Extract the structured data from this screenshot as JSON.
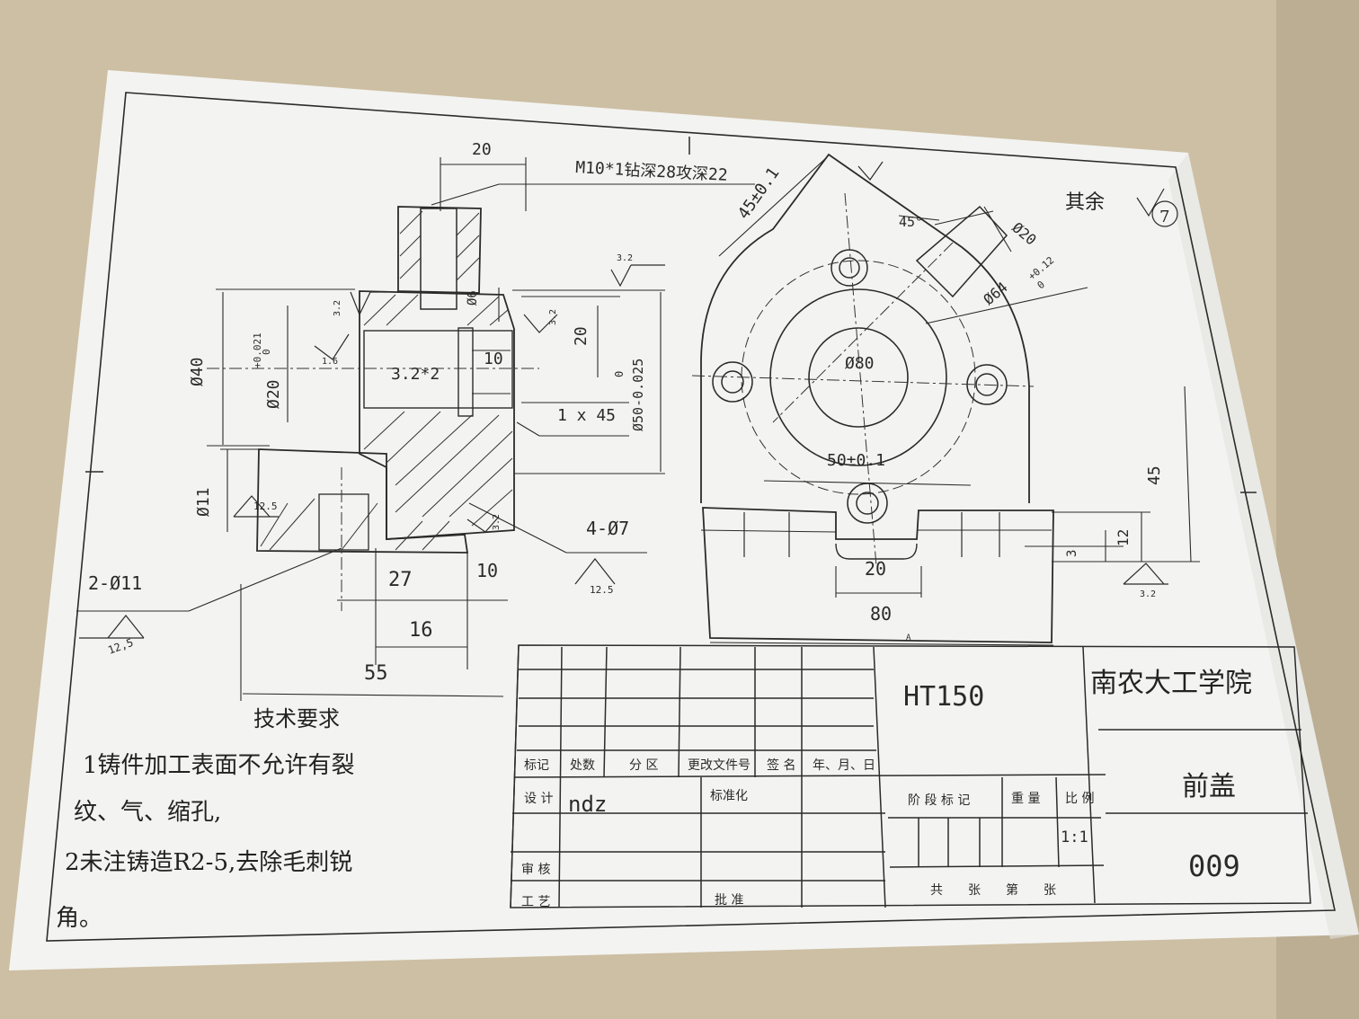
{
  "drawing": {
    "thread_note": "M10*1钻深28攻深22",
    "material": "HT150",
    "school": "南农大工学院",
    "part_name": "前盖",
    "drawing_no": "009",
    "rest_roughness": "其余",
    "rest_roughness_value": "7"
  },
  "dims": {
    "d20_top": "20",
    "d45": "45±0.1",
    "d45deg": "45°",
    "d20_right": "Ø20",
    "d64": "Ø64",
    "d64_tol": "+0.12",
    "d64_tol0": "0",
    "d40": "Ø40",
    "d20_bore": "Ø20",
    "d20_tol": "+0.021",
    "d20_tol0": "0",
    "r32_a": "3.2",
    "r16": "1.6",
    "chamfer": "3.2*2",
    "d6": "Ø6",
    "d10_a": "10",
    "r32_b": "3.2",
    "r32_c": "3.2",
    "d20_v": "20",
    "d1x4": "1 x 45",
    "d50": "Ø50-0.025",
    "d50_0": "0",
    "d80": "Ø80",
    "d50c": "50±0.1",
    "d11": "Ø11",
    "r125_a": "12.5",
    "r32_d": "3.2",
    "d4_07": "4-Ø7",
    "r125_b": "12.5",
    "d2_011": "2-Ø11",
    "r125_c": "12,5",
    "d27": "27",
    "d10_b": "10",
    "d16": "16",
    "d55": "55",
    "d45_v": "45",
    "d12": "12",
    "d3": "3",
    "r32_e": "3.2",
    "d20_slot": "20",
    "d80_w": "80",
    "label_a": "A"
  },
  "notes": {
    "heading": "技术要求",
    "line1": "1铸件加工表面不允许有裂",
    "line2": "纹、气、缩孔,",
    "line3": "2未注铸造R2-5,去除毛刺锐",
    "line4": "角。"
  },
  "title_block": {
    "col_labels": [
      "标记",
      "处数",
      "分 区",
      "更改文件号",
      "签 名",
      "年、月、日"
    ],
    "design": "设 计",
    "designer": "ndz",
    "standard": "标准化",
    "stage": "阶 段 标 记",
    "weight": "重 量",
    "scale_label": "比 例",
    "scale": "1:1",
    "review": "审 核",
    "process": "工 艺",
    "approve": "批 准",
    "sheets": "共　　张　　第　　张"
  }
}
